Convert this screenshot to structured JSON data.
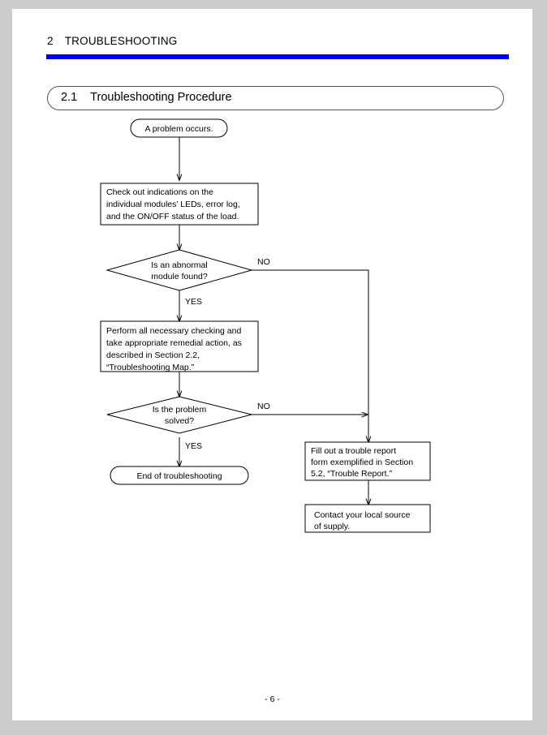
{
  "page": {
    "background_color": "#cccccc",
    "paper_color": "#ffffff",
    "footer": "- 6 -"
  },
  "header": {
    "chapter_number": "2",
    "chapter_title": "TROUBLESHOOTING",
    "rule_color": "#0000ee"
  },
  "section": {
    "number": "2.1",
    "title": "Troubleshooting Procedure"
  },
  "flowchart": {
    "title": "Troubleshooting Procedure",
    "nodes": [
      {
        "id": "start",
        "type": "terminator",
        "text": "A problem occurs."
      },
      {
        "id": "check",
        "type": "process",
        "lines": [
          "Check out indications on the",
          "individual modules’ LEDs, error log,",
          "and the ON/OFF status of the load."
        ]
      },
      {
        "id": "dec1",
        "type": "decision",
        "lines": [
          "Is an abnormal",
          "module found?"
        ]
      },
      {
        "id": "perform",
        "type": "process",
        "lines": [
          "Perform all necessary checking and",
          "take appropriate remedial action, as",
          "described in Section 2.2,",
          "“Troubleshooting Map.”"
        ]
      },
      {
        "id": "dec2",
        "type": "decision",
        "lines": [
          "Is the problem",
          "solved?"
        ]
      },
      {
        "id": "end",
        "type": "terminator",
        "text": "End of troubleshooting"
      },
      {
        "id": "report",
        "type": "process",
        "lines": [
          "Fill out a trouble report",
          "form exemplified in Section",
          "5.2, “Trouble Report.”"
        ]
      },
      {
        "id": "contact",
        "type": "process",
        "lines": [
          "Contact your local source",
          "of supply."
        ]
      }
    ],
    "edge_labels": {
      "dec1_no": "NO",
      "dec1_yes": "YES",
      "dec2_no": "NO",
      "dec2_yes": "YES"
    }
  }
}
